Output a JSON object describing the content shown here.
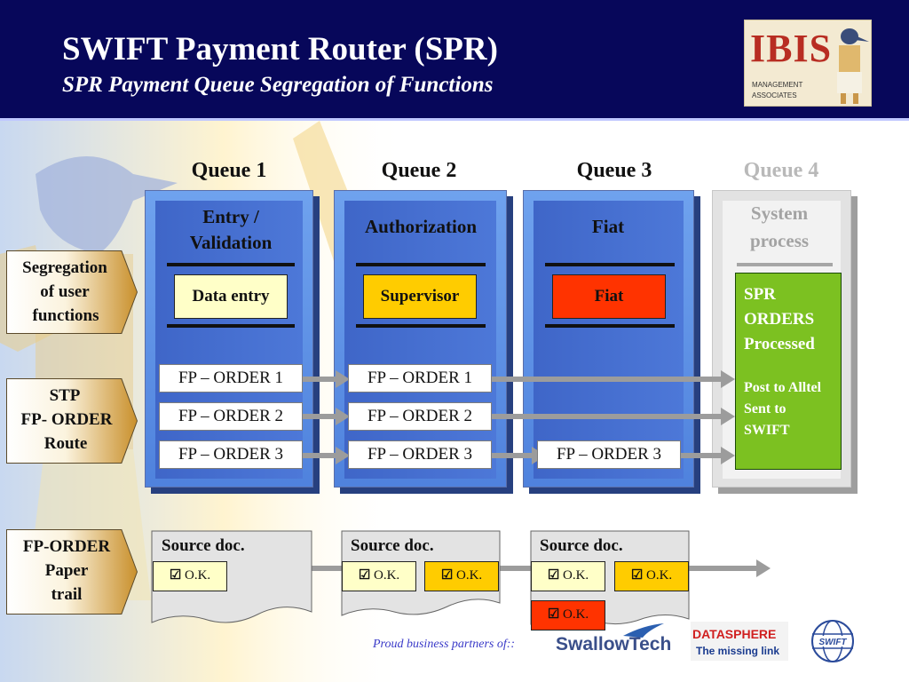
{
  "header": {
    "title": "SWIFT Payment Router (SPR)",
    "subtitle": "SPR Payment Queue Segregation of Functions",
    "logo": {
      "text_main": "IBIS",
      "text_sub1": "MANAGEMENT",
      "text_sub2": "ASSOCIATES"
    }
  },
  "queues": [
    {
      "label": "Queue 1",
      "title_line1": "Entry /",
      "title_line2": "Validation",
      "role": "Data entry"
    },
    {
      "label": "Queue 2",
      "title_line1": "Authorization",
      "title_line2": "",
      "role": "Supervisor"
    },
    {
      "label": "Queue 3",
      "title_line1": "Fiat",
      "title_line2": "",
      "role": "Fiat"
    },
    {
      "label": "Queue 4",
      "title_line1": "System",
      "title_line2": "process",
      "role": ""
    }
  ],
  "rows": [
    {
      "label_line1": "Segregation",
      "label_line2": "of user",
      "label_line3": "functions"
    },
    {
      "label_line1": "STP",
      "label_line2": "FP- ORDER",
      "label_line3": "Route"
    },
    {
      "label_line1": "FP-ORDER",
      "label_line2": "Paper",
      "label_line3": "trail"
    }
  ],
  "orders": {
    "q1": [
      "FP – ORDER 1",
      "FP – ORDER 2",
      "FP – ORDER 3"
    ],
    "q2": [
      "FP – ORDER 1",
      "FP – ORDER 2",
      "FP – ORDER 3"
    ],
    "q3": [
      "FP – ORDER 3"
    ]
  },
  "system_box": {
    "line1": "SPR",
    "line2": "ORDERS",
    "line3": "Processed",
    "line4": "Post to Alltel",
    "line5": "Sent to",
    "line6": "SWIFT"
  },
  "paper_trail": {
    "doc_label": "Source doc.",
    "check": "☑",
    "ok": "O.K."
  },
  "partners": {
    "label": "Proud business partners of::",
    "swallowtech": "SwallowTech",
    "datasphere": "DATASPHERE",
    "datasphere_tag": "The missing link",
    "swift": "SWIFT"
  },
  "colors": {
    "header_bg": "#07075a",
    "queue_blue": "#4f82dd",
    "supervisor": "#ffcc00",
    "fiat": "#ff3300",
    "data_entry": "#ffffc8",
    "system_green": "#7cc121"
  }
}
